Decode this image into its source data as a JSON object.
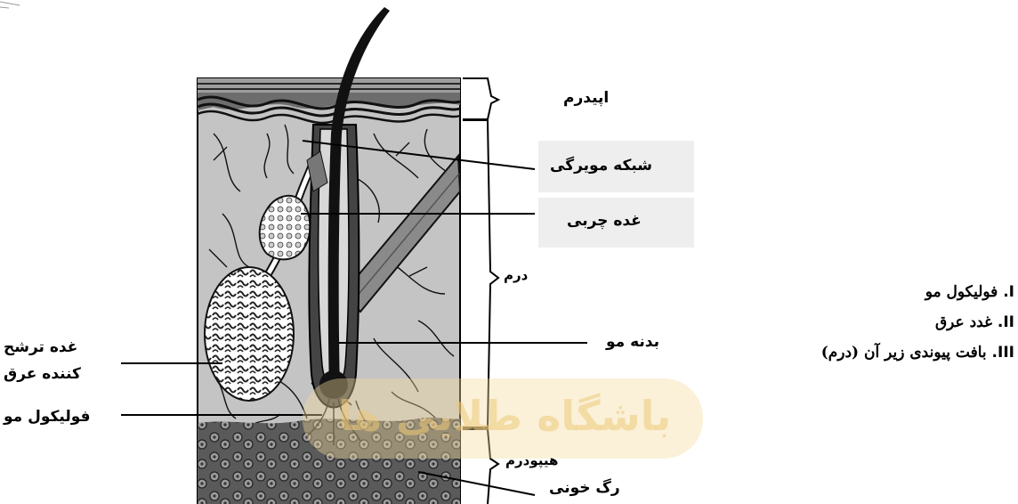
{
  "diagram": {
    "labels": {
      "epidermis": "اپیدرم",
      "capillary_network": "شبکه مویرگی",
      "sebaceous_gland": "غده چربی",
      "dermis": "درم",
      "hair_shaft": "بدنه مو",
      "sweat_gland_line1": "غده ترشح",
      "sweat_gland_line2": "کننده عرق",
      "hair_follicle": "فولیکول مو",
      "hypodermis": "هیپودرم",
      "blood_vessel": "رگ خونی"
    },
    "watermark": "باشگاه طلایی ها"
  },
  "list": [
    {
      "num": "I.",
      "text": " فولیکول مو"
    },
    {
      "num": "II.",
      "text": " غدد عرق"
    },
    {
      "num": "III.",
      "text": " بافت پیوندی زیر آن (درم)"
    }
  ]
}
